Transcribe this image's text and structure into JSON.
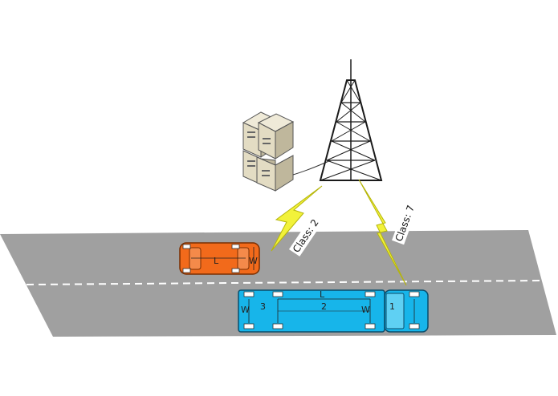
{
  "links": [
    {
      "label": "Class: 2"
    },
    {
      "label": "Class: 7"
    }
  ],
  "car": {
    "length_label": "L",
    "width_label": "W",
    "color": "#f26a1b"
  },
  "truck": {
    "length_label": "L",
    "width_label": "W",
    "width_label_front": "W",
    "axle_label_rear": "3",
    "axle_label_mid": "2",
    "axle_label_cab": "1",
    "color": "#17b5ea"
  },
  "colors": {
    "road": "#a0a0a0",
    "lightning": "#f2f23a",
    "tower": "#1a1a1a",
    "server": "#ddd6bd"
  }
}
